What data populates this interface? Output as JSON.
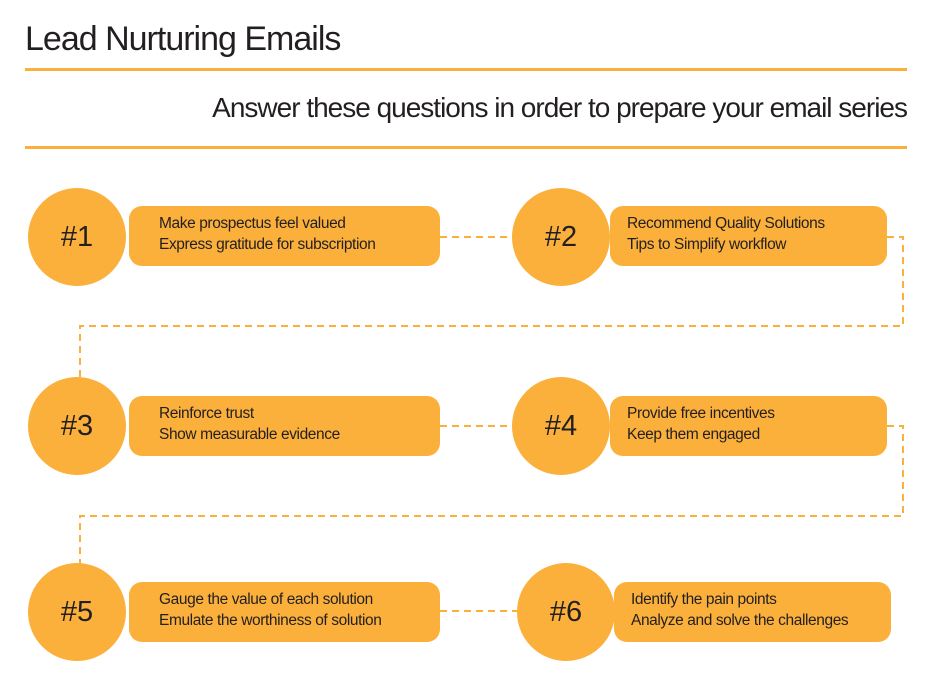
{
  "title": "Lead Nurturing Emails",
  "subtitle": "Answer these questions in order to prepare your email series",
  "colors": {
    "accent": "#fbb03b",
    "text": "#231f20",
    "background": "#ffffff"
  },
  "steps": [
    {
      "number": "#1",
      "lines": [
        "Make prospectus feel valued",
        "Express gratitude for subscription"
      ]
    },
    {
      "number": "#2",
      "lines": [
        "Recommend Quality Solutions",
        "Tips to Simplify workflow"
      ]
    },
    {
      "number": "#3",
      "lines": [
        "Reinforce trust",
        "Show measurable evidence"
      ]
    },
    {
      "number": "#4",
      "lines": [
        "Provide free incentives",
        "Keep them engaged"
      ]
    },
    {
      "number": "#5",
      "lines": [
        "Gauge the value of each solution",
        "Emulate the worthiness of solution"
      ]
    },
    {
      "number": "#6",
      "lines": [
        "Identify the pain points",
        "Analyze and solve the challenges"
      ]
    }
  ]
}
